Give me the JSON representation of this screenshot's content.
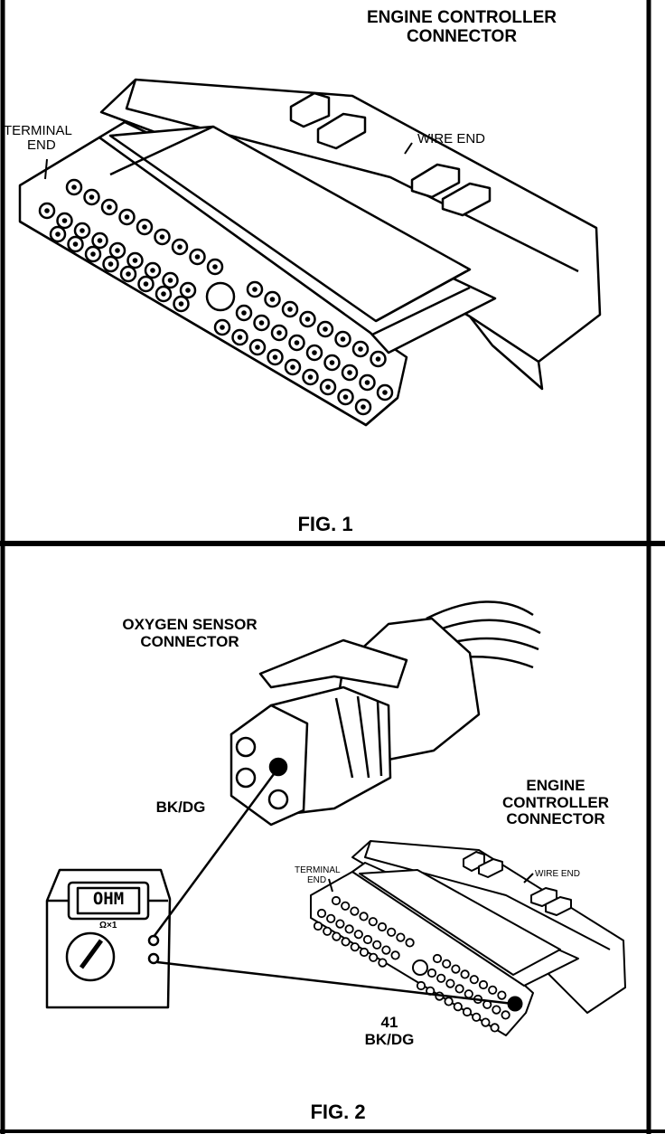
{
  "fig1": {
    "title_line1": "ENGINE CONTROLLER",
    "title_line2": "CONNECTOR",
    "terminal_end_line1": "TERMINAL",
    "terminal_end_line2": "END",
    "wire_end": "WIRE END",
    "caption": "FIG. 1"
  },
  "fig2": {
    "oxygen_line1": "OXYGEN SENSOR",
    "oxygen_line2": "CONNECTOR",
    "bkdg_top": "BK/DG",
    "ecc_line1": "ENGINE",
    "ecc_line2": "CONTROLLER",
    "ecc_line3": "CONNECTOR",
    "terminal_end_line1": "TERMINAL",
    "terminal_end_line2": "END",
    "wire_end": "WIRE END",
    "meter_display": "OHM",
    "meter_range": "Ω×1",
    "pin_number": "41",
    "bkdg_bottom": "BK/DG",
    "caption": "FIG. 2"
  }
}
